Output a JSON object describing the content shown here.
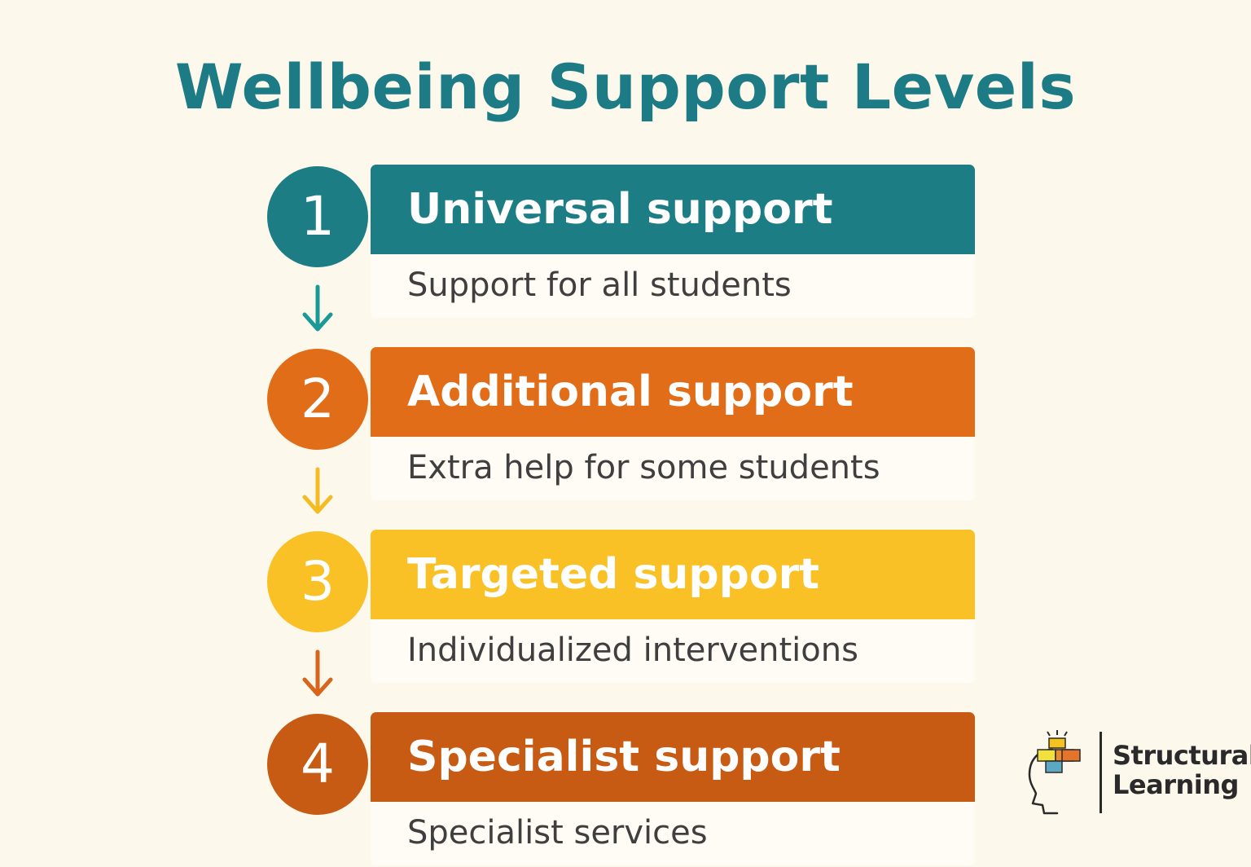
{
  "title": "Wellbeing Support Levels",
  "levels": [
    {
      "number": "1",
      "heading": "Universal support",
      "description": "Support for all students",
      "color": "#1d7d84"
    },
    {
      "number": "2",
      "heading": "Additional support",
      "description": "Extra help for some students",
      "color": "#e26d18"
    },
    {
      "number": "3",
      "heading": "Targeted support",
      "description": "Individualized interventions",
      "color": "#f9c125"
    },
    {
      "number": "4",
      "heading": "Specialist support",
      "description": "Specialist services",
      "color": "#c85b14"
    }
  ],
  "arrows": [
    {
      "icon": "arrow-down-icon",
      "color": "#1a9a96"
    },
    {
      "icon": "arrow-down-icon",
      "color": "#f4bb22"
    },
    {
      "icon": "arrow-down-icon",
      "color": "#d9641b"
    }
  ],
  "logo": {
    "line1": "Structural",
    "line2": "Learning"
  }
}
